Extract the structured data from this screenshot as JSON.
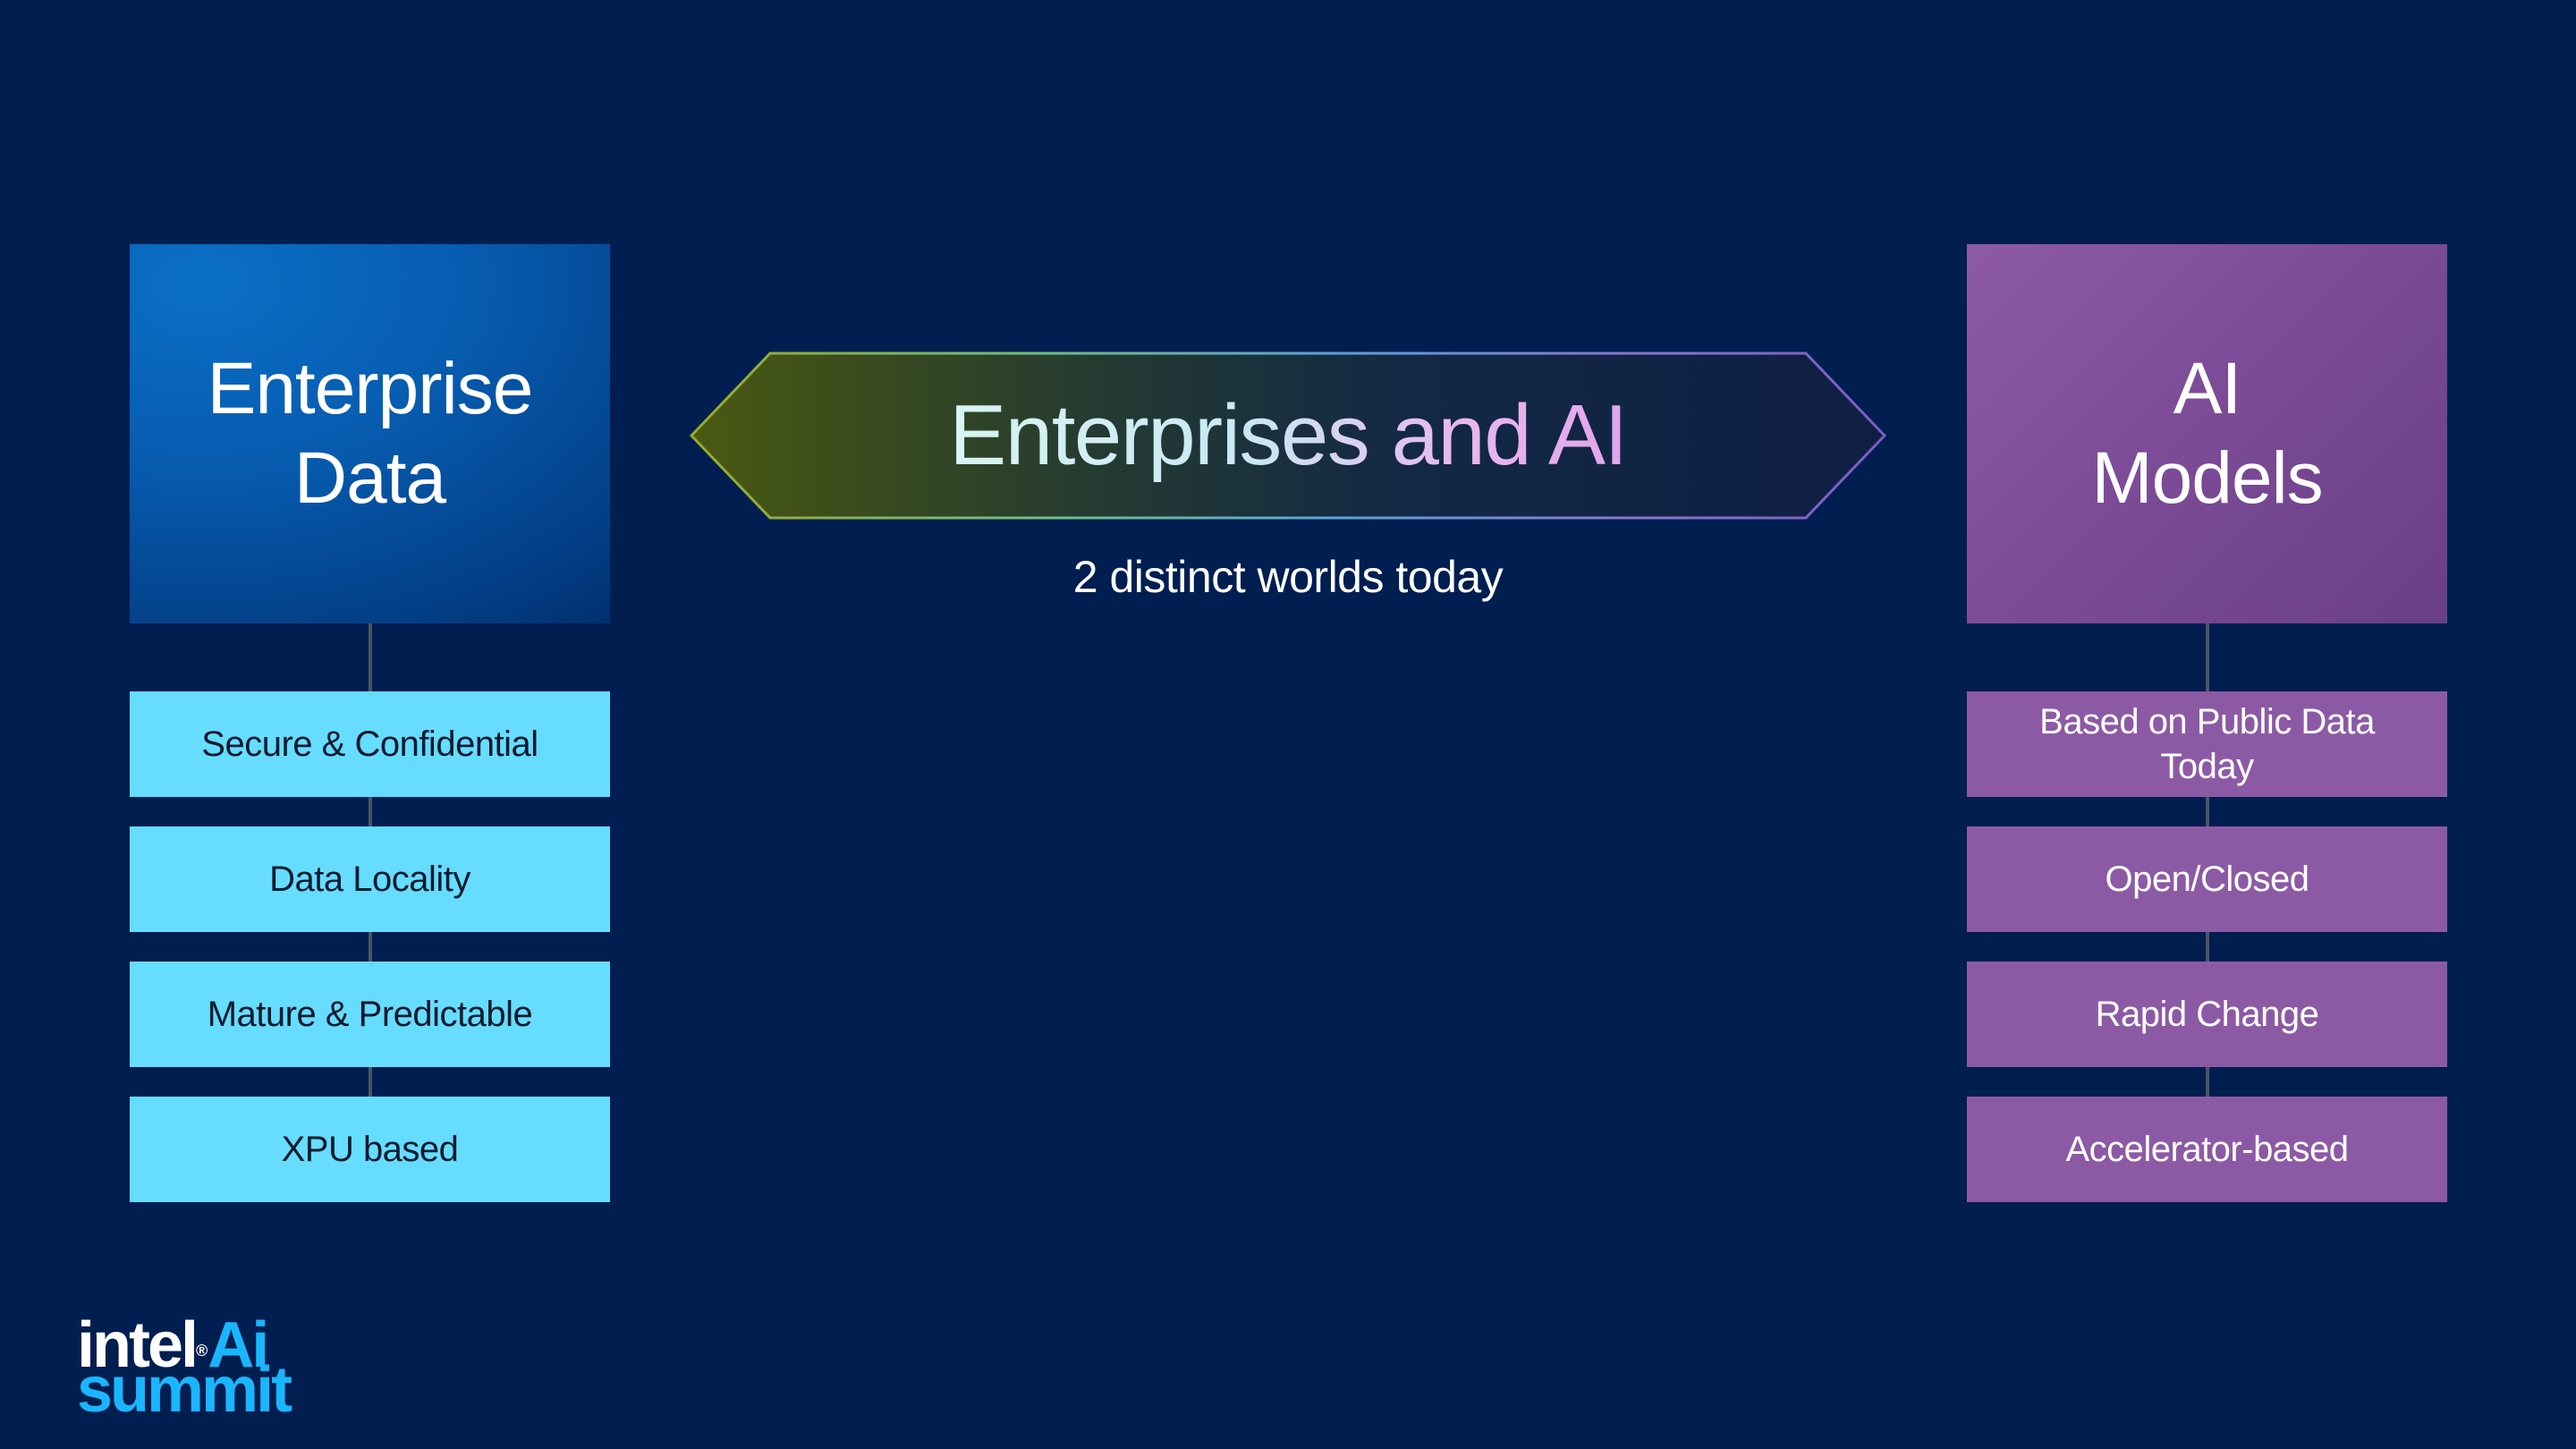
{
  "slide": {
    "background_color": "#001e50"
  },
  "left_column": {
    "header_lines": [
      "Enterprise",
      "Data"
    ],
    "items": [
      "Secure & Confidential",
      "Data Locality",
      "Mature & Predictable",
      "XPU based"
    ],
    "header_color": "#0767c0",
    "item_color": "#66dcff"
  },
  "right_column": {
    "header_lines": [
      "AI",
      "Models"
    ],
    "items": [
      "Based on Public Data Today",
      "Open/Closed",
      "Rapid Change",
      "Accelerator-based"
    ],
    "header_color": "#7d4c98",
    "item_color": "#8c5aa5"
  },
  "center": {
    "title": "Enterprises and AI",
    "subtitle": "2 distinct worlds today"
  },
  "logo": {
    "word1": "intel",
    "registered_mark": "®",
    "word2": "Ai",
    "word3": "summit",
    "brand_color": "#19b6ff"
  }
}
